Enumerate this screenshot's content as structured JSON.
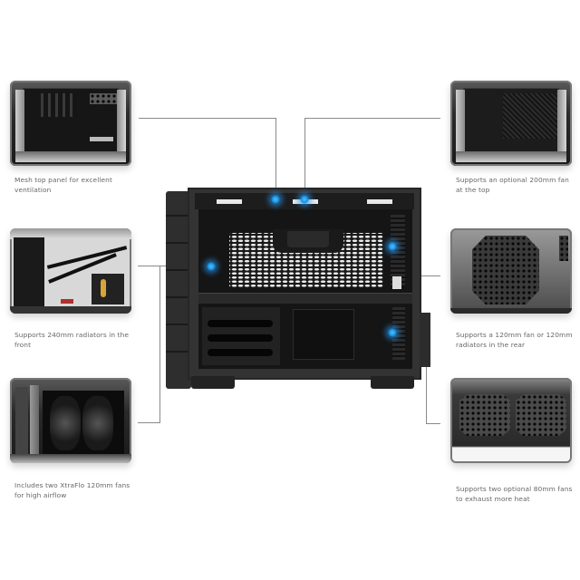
{
  "features": [
    {
      "id": "mesh-top",
      "side": "left",
      "caption": "Mesh top panel for excellent ventilation",
      "thumbnail": "mesh-top-panel-photo"
    },
    {
      "id": "top-200mm",
      "side": "right",
      "caption": "Supports an optional 200mm fan at the top",
      "thumbnail": "top-fan-mount-photo"
    },
    {
      "id": "front-radiator",
      "side": "left",
      "caption": "Supports 240mm radiators in the front",
      "thumbnail": "front-radiator-photo"
    },
    {
      "id": "rear-120mm",
      "side": "right",
      "caption": "Supports a 120mm fan or 120mm radiators in the rear",
      "thumbnail": "rear-fan-grille-photo"
    },
    {
      "id": "xtraflo-fans",
      "side": "left",
      "caption": "Includes two XtraFlo 120mm fans for high airflow",
      "thumbnail": "front-fans-photo"
    },
    {
      "id": "rear-80mm",
      "side": "right",
      "caption": "Supports two optional 80mm fans to exhaust more heat",
      "thumbnail": "dual-80mm-grille-photo"
    }
  ],
  "product": {
    "image": "pc-case-side-view",
    "highlight_color": "#1a8fe0"
  },
  "colors": {
    "background": "#ffffff",
    "caption_text": "#666666",
    "connector_line": "#8a8a8a",
    "case_body": "#333333"
  }
}
